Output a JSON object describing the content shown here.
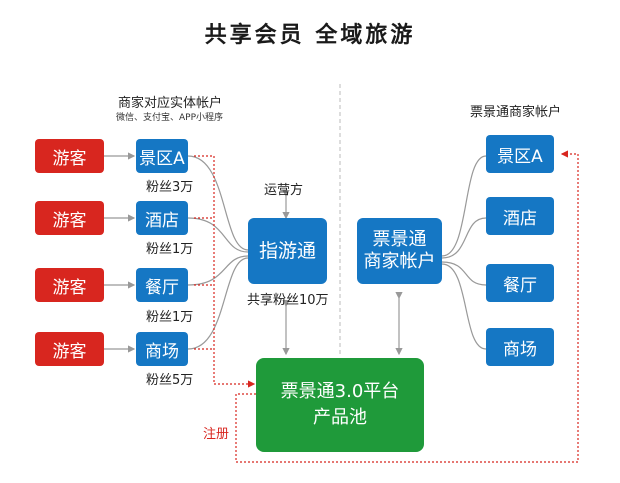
{
  "title": "共享会员  全域旅游",
  "left": {
    "caption": "商家对应实体帐户",
    "sub_caption": "微信、支付宝、APP小程序",
    "visitor_label": "游客",
    "merchants": [
      {
        "name": "景区A",
        "fans": "粉丝3万"
      },
      {
        "name": "酒店",
        "fans": "粉丝1万"
      },
      {
        "name": "餐厅",
        "fans": "粉丝1万"
      },
      {
        "name": "商场",
        "fans": "粉丝5万"
      }
    ]
  },
  "center": {
    "operator_label": "运营方",
    "hub": "指游通",
    "shared_fans": "共享粉丝10万",
    "account": [
      "票景通",
      "商家帐户"
    ],
    "platform": [
      "票景通3.0平台",
      "产品池"
    ],
    "register_label": "注册"
  },
  "right": {
    "caption": "票景通商家帐户",
    "merchants": [
      "景区A",
      "酒店",
      "餐厅",
      "商场"
    ]
  },
  "colors": {
    "visitor": "#d8261f",
    "merchant": "#1577c4",
    "platform": "#1f9a3a",
    "connector": "#999999",
    "dotted_arrow": "#d8261f"
  }
}
